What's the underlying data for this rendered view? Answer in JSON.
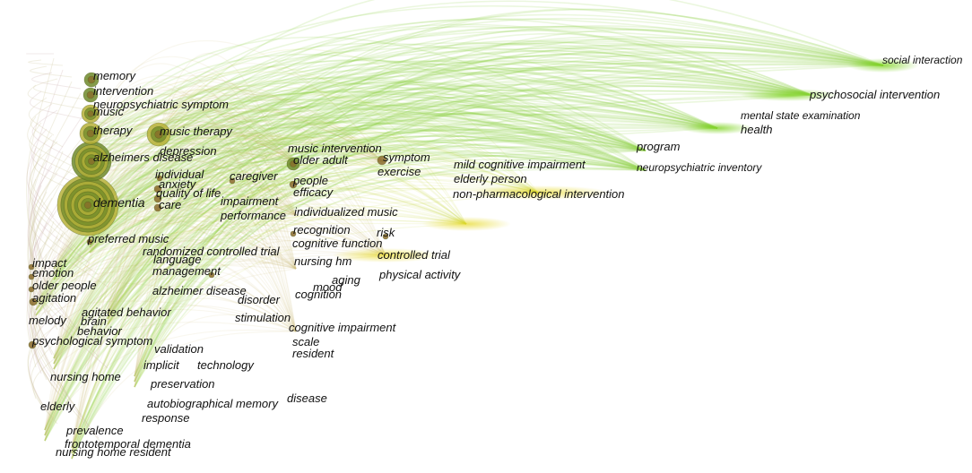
{
  "network": {
    "keywords": [
      {
        "label": "social interaction",
        "color": "#7ed321"
      },
      {
        "label": "psychosocial intervention",
        "color": "#86d62b"
      },
      {
        "label": "mental state examination",
        "color": "#8fd83a"
      },
      {
        "label": "health",
        "color": "#8fd83a"
      },
      {
        "label": "program",
        "color": "#9ccf3a"
      },
      {
        "label": "neuropsychiatric inventory",
        "color": "#9ccf3a"
      },
      {
        "label": "mild cognitive impairment",
        "color": "#b5cf2a"
      },
      {
        "label": "elderly person",
        "color": "#b5cf2a"
      },
      {
        "label": "non-pharmacological intervention",
        "color": "#c7d11f"
      },
      {
        "label": "memory",
        "color": "#8a9a2a"
      },
      {
        "label": "intervention",
        "color": "#8a9a2a"
      },
      {
        "label": "neuropsychiatric symptom",
        "color": "#8a9a2a"
      },
      {
        "label": "music",
        "color": "#8a9a2a"
      },
      {
        "label": "therapy",
        "color": "#8a9a2a"
      },
      {
        "label": "music therapy",
        "color": "#8a9a2a"
      },
      {
        "label": "depression",
        "color": "#8a9a2a"
      },
      {
        "label": "alzheimers disease",
        "color": "#8a9a2a"
      },
      {
        "label": "music intervention",
        "color": "#a3b52a"
      },
      {
        "label": "older adult",
        "color": "#a3b52a"
      },
      {
        "label": "symptom",
        "color": "#a3b52a"
      },
      {
        "label": "exercise",
        "color": "#a3b52a"
      },
      {
        "label": "individual",
        "color": "#a09a5a"
      },
      {
        "label": "caregiver",
        "color": "#a09a5a"
      },
      {
        "label": "anxiety",
        "color": "#a09a5a"
      },
      {
        "label": "quality of life",
        "color": "#a09a5a"
      },
      {
        "label": "people",
        "color": "#a3b52a"
      },
      {
        "label": "efficacy",
        "color": "#a3b52a"
      },
      {
        "label": "dementia",
        "color": "#6b7a2a"
      },
      {
        "label": "impairment",
        "color": "#c9b84a"
      },
      {
        "label": "care",
        "color": "#a09a5a"
      },
      {
        "label": "performance",
        "color": "#c9b84a"
      },
      {
        "label": "individualized music",
        "color": "#d4c43a"
      },
      {
        "label": "preferred music",
        "color": "#b0a070"
      },
      {
        "label": "recognition",
        "color": "#d4a83a"
      },
      {
        "label": "risk",
        "color": "#d4c43a"
      },
      {
        "label": "randomized controlled trial",
        "color": "#c9b84a"
      },
      {
        "label": "cognitive function",
        "color": "#d4c43a"
      },
      {
        "label": "controlled trial",
        "color": "#e6d81f"
      },
      {
        "label": "impact",
        "color": "#b0a0a0"
      },
      {
        "label": "language",
        "color": "#c9b84a"
      },
      {
        "label": "nursing hm",
        "color": "#d4c43a"
      },
      {
        "label": "emotion",
        "color": "#b0a0a0"
      },
      {
        "label": "management",
        "color": "#c9b84a"
      },
      {
        "label": "physical activity",
        "color": "#d4d43a"
      },
      {
        "label": "older people",
        "color": "#b0a0a0"
      },
      {
        "label": "aging",
        "color": "#d4c43a"
      },
      {
        "label": "agitation",
        "color": "#b0a0a0"
      },
      {
        "label": "alzheimer disease",
        "color": "#c9b84a"
      },
      {
        "label": "mood",
        "color": "#d4c43a"
      },
      {
        "label": "cognition",
        "color": "#d4c43a"
      },
      {
        "label": "disorder",
        "color": "#c9b84a"
      },
      {
        "label": "agitated behavior",
        "color": "#b0a0a0"
      },
      {
        "label": "melody",
        "color": "#b0a0a0"
      },
      {
        "label": "brain",
        "color": "#b0a0a0"
      },
      {
        "label": "stimulation",
        "color": "#c9b84a"
      },
      {
        "label": "behavior",
        "color": "#b0a0a0"
      },
      {
        "label": "cognitive impairment",
        "color": "#d4c43a"
      },
      {
        "label": "psychological symptom",
        "color": "#b0a0a0"
      },
      {
        "label": "scale",
        "color": "#d4c43a"
      },
      {
        "label": "validation",
        "color": "#b0a070"
      },
      {
        "label": "resident",
        "color": "#d4c43a"
      },
      {
        "label": "implicit",
        "color": "#b0a070"
      },
      {
        "label": "technology",
        "color": "#b0a070"
      },
      {
        "label": "nursing home",
        "color": "#c08a5a"
      },
      {
        "label": "preservation",
        "color": "#b0a070"
      },
      {
        "label": "disease",
        "color": "#c9b84a"
      },
      {
        "label": "autobiographical memory",
        "color": "#b0a070"
      },
      {
        "label": "elderly",
        "color": "#a09090"
      },
      {
        "label": "response",
        "color": "#b0a070"
      },
      {
        "label": "prevalence",
        "color": "#a09090"
      },
      {
        "label": "frontotemporal dementia",
        "color": "#a09090"
      },
      {
        "label": "nursing home resident",
        "color": "#a09090"
      }
    ]
  }
}
